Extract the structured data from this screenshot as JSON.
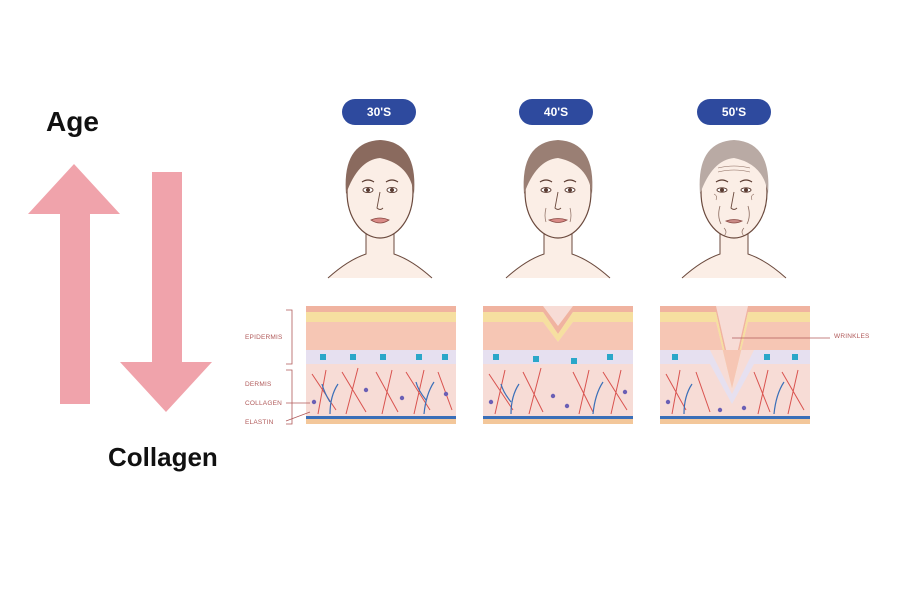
{
  "labels": {
    "age": "Age",
    "collagen": "Collagen"
  },
  "decades": [
    {
      "label": "30'S"
    },
    {
      "label": "40'S"
    },
    {
      "label": "50'S"
    }
  ],
  "skin_layers": {
    "epidermis": "EPIDERMIS",
    "dermis": "DERMIS",
    "collagen": "COLLAGEN",
    "elastin": "ELASTIN",
    "wrinkles": "WRINKLES"
  },
  "colors": {
    "arrow": "#f0a3ab",
    "badge": "#2e4a9e",
    "skin_surface": "#f6c6b4",
    "epidermis_yellow": "#f6dfa0",
    "dermis": "#f7dcd6",
    "fibers": "#d9534f",
    "vessels_blue": "#3a6fb8",
    "annotation": "#b05a5a"
  },
  "icons": [
    "up-arrow-icon",
    "down-arrow-icon"
  ]
}
